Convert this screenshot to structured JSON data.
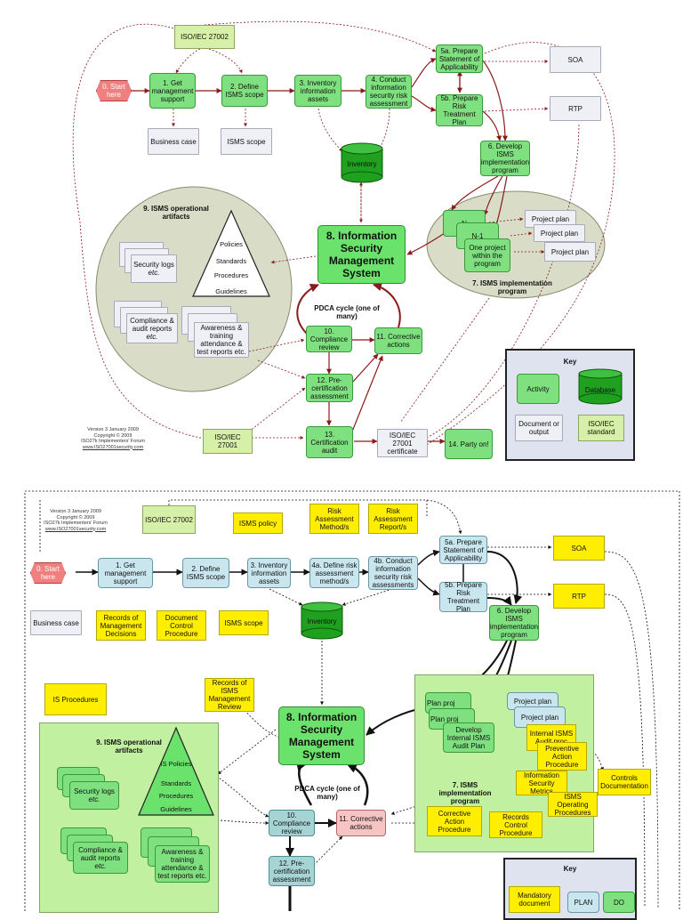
{
  "top": {
    "nodes": {
      "iso27002": "ISO/IEC 27002",
      "start": "0. Start here",
      "get_support": "1. Get management support",
      "define_scope": "2. Define ISMS scope",
      "inventory_assets": "3. Inventory information assets",
      "risk_assessment": "4. Conduct information security risk assessment",
      "soa_prepare": "5a. Prepare Statement of Applicability",
      "rtp_prepare": "5b. Prepare Risk Treatment Plan",
      "soa": "SOA",
      "rtp": "RTP",
      "business_case": "Business case",
      "isms_scope": "ISMS scope",
      "inventory": "Inventory",
      "develop_program": "6. Develop ISMS implementation program",
      "isms": "8. Information Security Management System",
      "n": "N",
      "n1": "N-1",
      "one_project": "One project within the program",
      "project_plan": "Project plan",
      "impl_program": "7. ISMS implementation program",
      "operational": "9. ISMS operational artifacts",
      "policies": "Policies",
      "standards": "Standards",
      "procedures": "Procedures",
      "guidelines": "Guidelines",
      "security_logs": "Security logs",
      "etc": "etc.",
      "compliance_reports": "Compliance & audit reports",
      "awareness": "Awareness & training attendance & test reports etc.",
      "pdca": "PDCA cycle (one of many)",
      "compliance_review": "10. Compliance review",
      "corrective": "11. Corrective actions",
      "precert": "12. Pre-certification assessment",
      "cert_audit": "13. Certification audit",
      "iso27001": "ISO/IEC 27001",
      "iso27001_cert": "ISO/IEC 27001 certificate",
      "party": "14. Party on!",
      "version": "Version 3 January 2009",
      "copyright": "Copyright © 2009",
      "forum": "ISO27k Implementers' Forum",
      "url": "www.ISO27001security.com"
    },
    "key": {
      "title": "Key",
      "activity": "Activity",
      "database": "Database",
      "document": "Document or output",
      "standard": "ISO/IEC standard"
    }
  },
  "bottom": {
    "nodes": {
      "version": "Version 3 January 2009",
      "copyright": "Copyright © 2009",
      "forum": "ISO27k Implementers' Forum",
      "url": "www.ISO27001security.com",
      "iso27002": "ISO/IEC 27002",
      "isms_policy": "ISMS policy",
      "ra_method": "Risk Assessment Method/s",
      "ra_report": "Risk Assessment Report/s",
      "start": "0. Start here",
      "get_support": "1. Get management support",
      "define_scope": "2. Define ISMS scope",
      "inventory_assets": "3. Inventory information assets",
      "define_ra": "4a. Define risk assessment method/s",
      "conduct_ra": "4b. Conduct information security risk assessments",
      "soa_prepare": "5a. Prepare Statement of Applicability",
      "rtp_prepare": "5b. Prepare Risk Treatment Plan",
      "soa": "SOA",
      "rtp": "RTP",
      "business_case": "Business case",
      "records_decisions": "Records of Management Decisions",
      "doc_control": "Document Control Procedure",
      "isms_scope": "ISMS scope",
      "inventory": "Inventory",
      "develop_program": "6. Develop ISMS implementation program",
      "records_review": "Records of ISMS Management Review",
      "is_procedures": "IS Procedures",
      "isms": "8. Information Security Management System",
      "plan_proj1": "Plan proj",
      "plan_proj2": "Plan proj",
      "develop_audit": "Develop Internal ISMS Audit Plan",
      "project_plan": "Project plan",
      "internal_audit": "Internal ISMS Audit proc",
      "preventive": "Preventive Action Procedure",
      "controls_doc": "Controls Documentation",
      "operational": "9. ISMS operational artifacts",
      "is_policies": "IS Policies",
      "standards": "Standards",
      "procedures": "Procedures",
      "guidelines": "Guidelines",
      "security_logs": "Security logs",
      "etc": "etc.",
      "compliance_reports": "Compliance & audit reports",
      "awareness": "Awareness & training attendance & test reports etc.",
      "impl_program": "7. ISMS implementation program",
      "metrics": "Information Security Metrics",
      "isms_operating": "ISMS Operating Procedures",
      "corrective_proc": "Corrective Action Procedure",
      "records_control": "Records Control Procedure",
      "pdca": "PDCA cycle (one of many)",
      "compliance_review": "10. Compliance review",
      "corrective": "11. Corrective actions",
      "precert": "12. Pre-certification assessment"
    },
    "key": {
      "title": "Key",
      "mandatory": "Mandatory document",
      "plan": "PLAN",
      "do": "DO"
    }
  }
}
